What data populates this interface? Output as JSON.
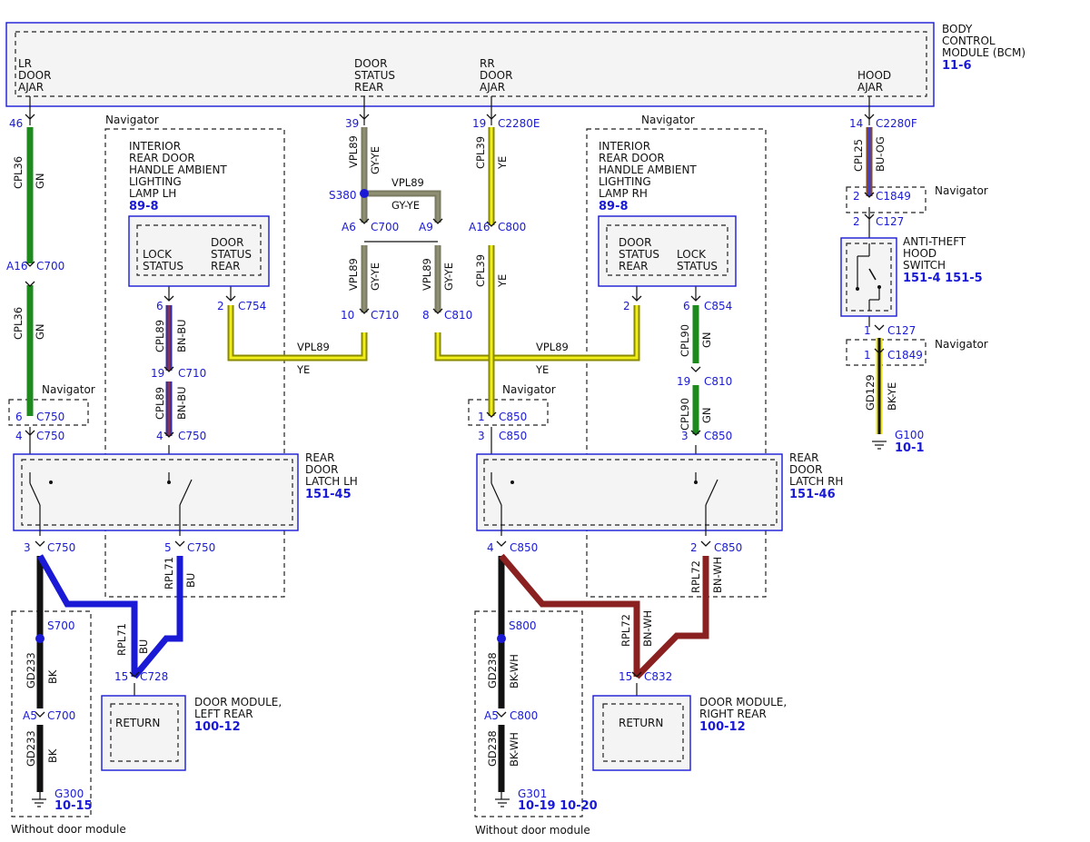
{
  "colors": {
    "GN": "#1c8a1c",
    "YE": "#f2ee1a",
    "GY-YE": "#8f8f74",
    "BN-BU": "#8a3050",
    "BU": "#1a1ad6",
    "BK": "#111111",
    "BK-WH": "#111111",
    "BN-WH": "#8a2020",
    "BU-OG": "#4040d0",
    "BK-YE": "#111111",
    "blue_label": "#1a1ad6"
  },
  "bcm": {
    "title_lines": [
      "BODY",
      "CONTROL",
      "MODULE (BCM)"
    ],
    "ref": "11-6",
    "pins": {
      "lr_door_ajar": [
        "LR",
        "DOOR",
        "AJAR"
      ],
      "door_status_rear": [
        "DOOR",
        "STATUS",
        "REAR"
      ],
      "rr_door_ajar": [
        "RR",
        "DOOR",
        "AJAR"
      ],
      "hood_ajar": [
        "HOOD",
        "AJAR"
      ]
    }
  },
  "navigator": "Navigator",
  "lamp_lh": {
    "title_lines": [
      "INTERIOR",
      "REAR DOOR",
      "HANDLE AMBIENT",
      "LIGHTING",
      "LAMP LH"
    ],
    "ref": "89-8",
    "lock_status": [
      "LOCK",
      "STATUS"
    ],
    "door_status_rear": [
      "DOOR",
      "STATUS",
      "REAR"
    ]
  },
  "lamp_rh": {
    "title_lines": [
      "INTERIOR",
      "REAR DOOR",
      "HANDLE AMBIENT",
      "LIGHTING",
      "LAMP RH"
    ],
    "ref": "89-8",
    "door_status_rear": [
      "DOOR",
      "STATUS",
      "REAR"
    ],
    "lock_status": [
      "LOCK",
      "STATUS"
    ]
  },
  "latch_lh": {
    "title_lines": [
      "REAR",
      "DOOR",
      "LATCH LH"
    ],
    "ref": "151-45"
  },
  "latch_rh": {
    "title_lines": [
      "REAR",
      "DOOR",
      "LATCH RH"
    ],
    "ref": "151-46"
  },
  "hood_switch": {
    "title_lines": [
      "ANTI-THEFT",
      "HOOD",
      "SWITCH"
    ],
    "ref": "151-4 151-5"
  },
  "door_module_lh": {
    "title_lines": [
      "DOOR MODULE,",
      "LEFT REAR"
    ],
    "ref": "100-12",
    "inner": "RETURN"
  },
  "door_module_rh": {
    "title_lines": [
      "DOOR MODULE,",
      "RIGHT REAR"
    ],
    "ref": "100-12",
    "inner": "RETURN"
  },
  "without_door_module": "Without door module",
  "grounds": {
    "g300": {
      "name": "G300",
      "ref": "10-15"
    },
    "g301": {
      "name": "G301",
      "ref": "10-19 10-20"
    },
    "g100": {
      "name": "G100",
      "ref": "10-1"
    }
  },
  "splices": {
    "s380": "S380",
    "s700": "S700",
    "s800": "S800"
  },
  "connectors": {
    "c_46": {
      "pin": "46",
      "name": ""
    },
    "c_39": {
      "pin": "39",
      "name": ""
    },
    "c_19_2280e": {
      "pin": "19",
      "name": "C2280E"
    },
    "c_14_2280f": {
      "pin": "14",
      "name": "C2280F"
    },
    "c_a16_700": {
      "pin": "A16",
      "name": "C700"
    },
    "c_6_750": {
      "pin": "6",
      "name": "C750"
    },
    "c_4_750a": {
      "pin": "4",
      "name": "C750"
    },
    "c_6_lamp": {
      "pin": "6",
      "name": ""
    },
    "c_2_754": {
      "pin": "2",
      "name": "C754"
    },
    "c_19_710": {
      "pin": "19",
      "name": "C710"
    },
    "c_4_750b": {
      "pin": "4",
      "name": "C750"
    },
    "c_a6_700": {
      "pin": "A6",
      "name": "C700"
    },
    "c_10_710": {
      "pin": "10",
      "name": "C710"
    },
    "c_a9": {
      "pin": "A9",
      "name": ""
    },
    "c_8_810": {
      "pin": "8",
      "name": "C810"
    },
    "c_a16_800": {
      "pin": "A16",
      "name": "C800"
    },
    "c_1_850": {
      "pin": "1",
      "name": "C850"
    },
    "c_3_850a": {
      "pin": "3",
      "name": "C850"
    },
    "c_2_lamprh": {
      "pin": "2",
      "name": ""
    },
    "c_6_854": {
      "pin": "6",
      "name": "C854"
    },
    "c_19_810": {
      "pin": "19",
      "name": "C810"
    },
    "c_3_850b": {
      "pin": "3",
      "name": "C850"
    },
    "c_2_1849": {
      "pin": "2",
      "name": "C1849"
    },
    "c_2_127": {
      "pin": "2",
      "name": "C127"
    },
    "c_1_127": {
      "pin": "1",
      "name": "C127"
    },
    "c_1_1849": {
      "pin": "1",
      "name": "C1849"
    },
    "c_3_750": {
      "pin": "3",
      "name": "C750"
    },
    "c_5_750": {
      "pin": "5",
      "name": "C750"
    },
    "c_15_728": {
      "pin": "15",
      "name": "C728"
    },
    "c_a5_700": {
      "pin": "A5",
      "name": "C700"
    },
    "c_4_850": {
      "pin": "4",
      "name": "C850"
    },
    "c_2_850": {
      "pin": "2",
      "name": "C850"
    },
    "c_15_832": {
      "pin": "15",
      "name": "C832"
    },
    "c_a5_800": {
      "pin": "A5",
      "name": "C800"
    }
  },
  "wires": {
    "cpl36": {
      "circuit": "CPL36",
      "color": "GN"
    },
    "vpl89": {
      "circuit": "VPL89",
      "color": "GY-YE"
    },
    "vpl89_ye": {
      "circuit": "VPL89",
      "color": "YE"
    },
    "cpl39": {
      "circuit": "CPL39",
      "color": "YE"
    },
    "cpl25": {
      "circuit": "CPL25",
      "color": "BU-OG"
    },
    "cpl89": {
      "circuit": "CPL89",
      "color": "BN-BU"
    },
    "cpl90": {
      "circuit": "CPL90",
      "color": "GN"
    },
    "rpl71": {
      "circuit": "RPL71",
      "color": "BU"
    },
    "rpl72": {
      "circuit": "RPL72",
      "color": "BN-WH"
    },
    "gd233": {
      "circuit": "GD233",
      "color": "BK"
    },
    "gd238": {
      "circuit": "GD238",
      "color": "BK-WH"
    },
    "gd129": {
      "circuit": "GD129",
      "color": "BK-YE"
    }
  }
}
